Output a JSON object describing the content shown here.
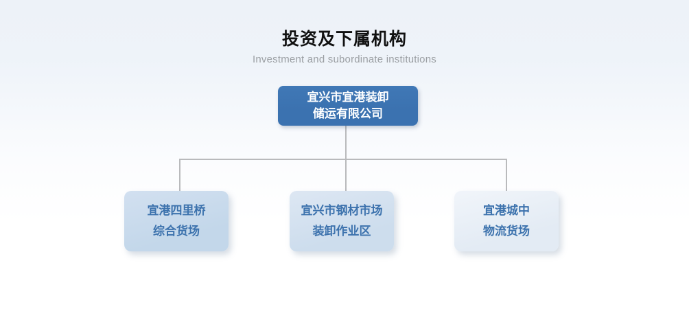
{
  "page": {
    "title": "投资及下属机构",
    "subtitle": "Investment and subordinate institutions"
  },
  "colors": {
    "title_text": "#111111",
    "subtitle_text": "#9b9fa3",
    "connector": "#b9babc",
    "root_box_bg": "#3b72b0",
    "root_box_text": "#ffffff",
    "child_box_text": "#3c72ad"
  },
  "org_chart": {
    "root": {
      "name": "宜兴市宜港装卸储运有限公司",
      "lines": [
        "宜兴市宜港装卸",
        "储运有限公司"
      ]
    },
    "children": [
      {
        "name": "宜港四里桥综合货场",
        "lines": [
          "宜港四里桥",
          "综合货场"
        ],
        "bg": [
          "#d2e0f0",
          "#c3d7ea"
        ]
      },
      {
        "name": "宜兴市钢材市场装卸作业区",
        "lines": [
          "宜兴市钢材市场",
          "装卸作业区"
        ],
        "bg": [
          "#dde7f3",
          "#cddded"
        ]
      },
      {
        "name": "宜港城中物流货场",
        "lines": [
          "宜港城中",
          "物流货场"
        ],
        "bg": [
          "#f1f5fa",
          "#e3ebf4"
        ]
      }
    ]
  }
}
